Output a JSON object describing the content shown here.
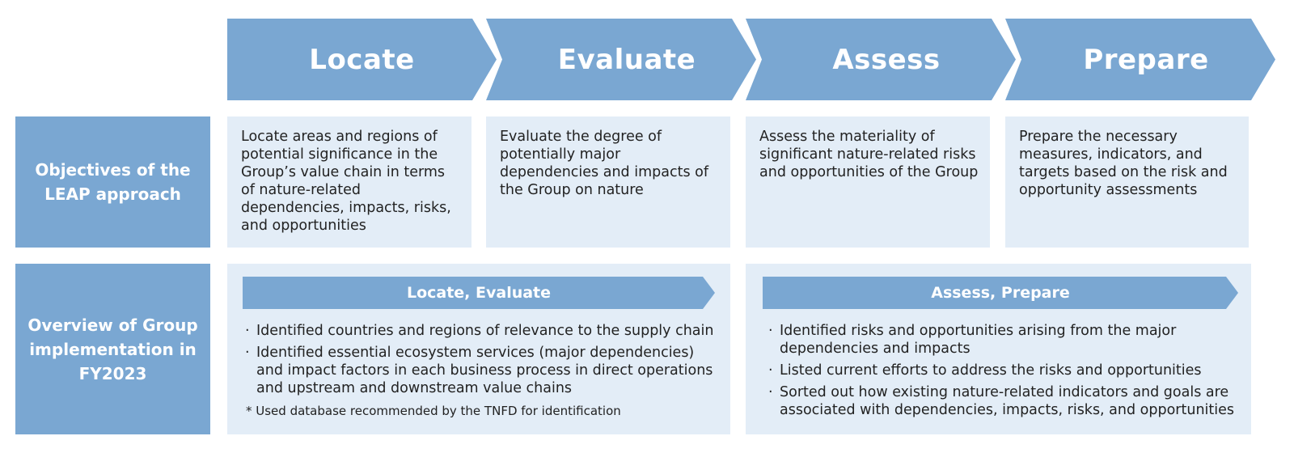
{
  "colors": {
    "accent": "#7aa7d2",
    "panel": "#e3edf7",
    "text": "#222222"
  },
  "stages": [
    {
      "label": "Locate"
    },
    {
      "label": "Evaluate"
    },
    {
      "label": "Assess"
    },
    {
      "label": "Prepare"
    }
  ],
  "rows": {
    "objectives": {
      "label_lines": [
        "Objectives of the",
        "LEAP approach"
      ]
    },
    "implementation": {
      "label_lines": [
        "Overview of Group",
        "implementation in",
        "FY2023"
      ]
    }
  },
  "objectives": [
    {
      "text": "Locate areas and regions of potential significance in the Group’s value chain in terms of nature-related dependencies, impacts, risks, and opportunities"
    },
    {
      "text": "Evaluate the degree of potentially major dependencies and impacts of the Group on nature"
    },
    {
      "text": "Assess the materiality of significant nature-related risks and opportunities of the Group"
    },
    {
      "text": "Prepare the necessary measures, indicators, and targets based on the risk and opportunity assessments"
    }
  ],
  "implementation": {
    "left": {
      "header": "Locate, Evaluate",
      "bullets": [
        "Identified countries and regions of relevance to the supply chain",
        "Identified essential ecosystem services (major dependencies) and impact factors in each business process in direct operations and upstream and downstream value chains"
      ],
      "note": "* Used database recommended by the TNFD for identification"
    },
    "right": {
      "header": "Assess, Prepare",
      "bullets": [
        "Identified risks and opportunities arising from the major dependencies and impacts",
        "Listed current efforts to address the risks and opportunities",
        "Sorted out how existing nature-related indicators and goals are associated with dependencies, impacts, risks, and opportunities"
      ]
    }
  },
  "bullet_symbol": "·"
}
